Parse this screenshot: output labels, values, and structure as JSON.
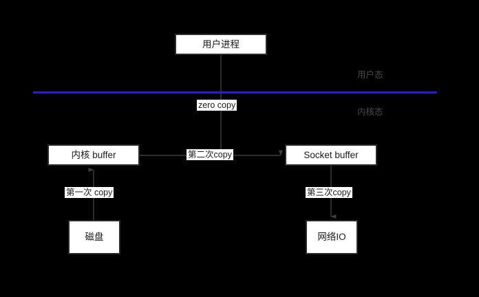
{
  "diagram": {
    "title": "zero copy data flow",
    "background_color": "#000000",
    "node_fill": "#ffffff",
    "node_stroke": "#2b2b2b",
    "edge_color": "#3f3f3f",
    "divider_color": "#2020e0",
    "zone_text_color": "#4a4a4a",
    "node_text_color": "#1a1a1a"
  },
  "nodes": [
    {
      "id": "user-process",
      "label": "用户进程"
    },
    {
      "id": "kernel-buffer",
      "label": "内核 buffer"
    },
    {
      "id": "socket-buffer",
      "label": "Socket buffer"
    },
    {
      "id": "disk",
      "label": "磁盘"
    },
    {
      "id": "network-io",
      "label": "网络IO"
    }
  ],
  "edge_labels": [
    {
      "id": "zero-copy",
      "label": "zero copy"
    },
    {
      "id": "second-copy",
      "label": "第二次copy"
    },
    {
      "id": "first-copy",
      "label": "第一次 copy"
    },
    {
      "id": "third-copy",
      "label": "第三次copy"
    }
  ],
  "zones": {
    "user_mode": "用户态",
    "kernel_mode": "内核态"
  }
}
